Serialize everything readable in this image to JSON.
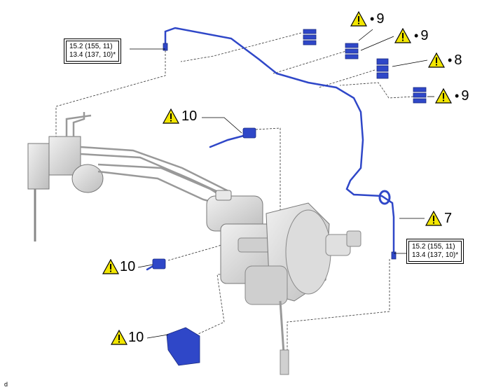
{
  "torque_specs": [
    {
      "line1": "15.2 (155, 11)",
      "line2": "13.4 (137, 10)*"
    },
    {
      "line1": "15.2 (155, 11)",
      "line2": "13.4 (137, 10)*"
    }
  ],
  "callouts": [
    {
      "number": "9",
      "bullet": "•"
    },
    {
      "number": "9",
      "bullet": "•"
    },
    {
      "number": "8",
      "bullet": "•"
    },
    {
      "number": "9",
      "bullet": "•"
    },
    {
      "number": "10"
    },
    {
      "number": "7"
    },
    {
      "number": "10"
    },
    {
      "number": "10"
    }
  ],
  "figure_code": "d",
  "colors": {
    "highlight_blue": "#2f47c8",
    "warning_yellow": "#f2e600",
    "part_gray": "#d8d8d8"
  },
  "icons": [
    "caution-triangle-icon"
  ]
}
